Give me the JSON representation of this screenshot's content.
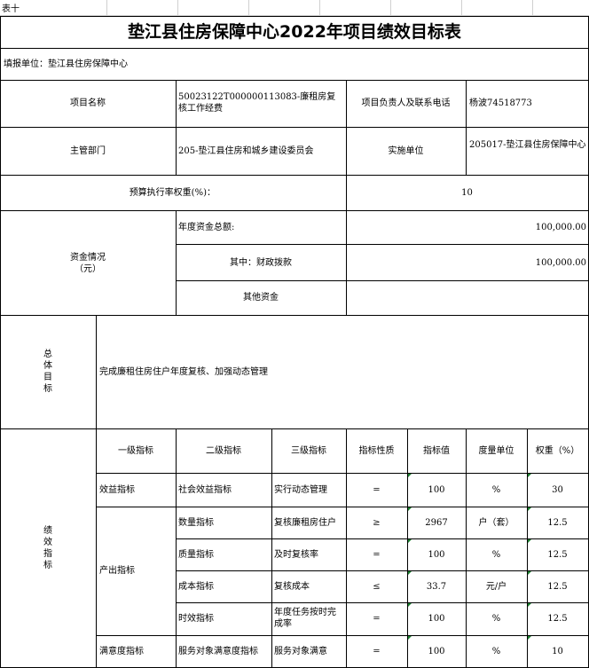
{
  "sheet_label": "表十",
  "title": "垫江县住房保障中心2022年项目绩效目标表",
  "fill_unit": "填报单位：垫江县住房保障中心",
  "project": {
    "name_label": "项目名称",
    "name_value": "50023122T000000113083-廉租房复核工作经费",
    "owner_label": "项目负责人及联系电话",
    "owner_value": "杨波74518773",
    "dept_label": "主管部门",
    "dept_value": "205-垫江县住房和城乡建设委员会",
    "impl_label": "实施单位",
    "impl_value": "205017-垫江县住房保障中心",
    "budget_weight_label": "预算执行率权重(%)：",
    "budget_weight_value": "10"
  },
  "funds": {
    "label": "资金情况",
    "unit": "（元）",
    "total_label": "年度资金总额:",
    "total_value": "100,000.00",
    "fiscal_label": "其中：财政拨款",
    "fiscal_value": "100,000.00",
    "other_label": "其他资金",
    "other_value": ""
  },
  "overall": {
    "label_chars": [
      "总",
      "体",
      "目",
      "标"
    ],
    "text": "完成廉租住房住户年度复核、加强动态管理"
  },
  "perf": {
    "label_chars": [
      "绩",
      "效",
      "指",
      "标"
    ],
    "headers": [
      "一级指标",
      "二级指标",
      "三级指标",
      "指标性质",
      "指标值",
      "度量单位",
      "权重（%）"
    ],
    "level1": [
      "效益指标",
      "产出指标",
      "满意度指标"
    ],
    "rows": [
      {
        "level2": "社会效益指标",
        "level3": "实行动态管理",
        "nature": "=",
        "value": "100",
        "unit": "%",
        "weight": "30"
      },
      {
        "level2": "数量指标",
        "level3": "复核廉租房住户",
        "nature": "≥",
        "value": "2967",
        "unit": "户（套）",
        "weight": "12.5"
      },
      {
        "level2": "质量指标",
        "level3": "及时复核率",
        "nature": "=",
        "value": "100",
        "unit": "%",
        "weight": "12.5"
      },
      {
        "level2": "成本指标",
        "level3": "复核成本",
        "nature": "≤",
        "value": "33.7",
        "unit": "元/户",
        "weight": "12.5"
      },
      {
        "level2": "时效指标",
        "level3": "年度任务按时完成率",
        "nature": "=",
        "value": "100",
        "unit": "%",
        "weight": "12.5"
      },
      {
        "level2": "服务对象满意度指标",
        "level3": "服务对象满意",
        "nature": "=",
        "value": "100",
        "unit": "%",
        "weight": "10"
      }
    ]
  },
  "colors": {
    "border": "#000000",
    "grid": "#d0d0d0",
    "marker": "#1a7f2e"
  }
}
